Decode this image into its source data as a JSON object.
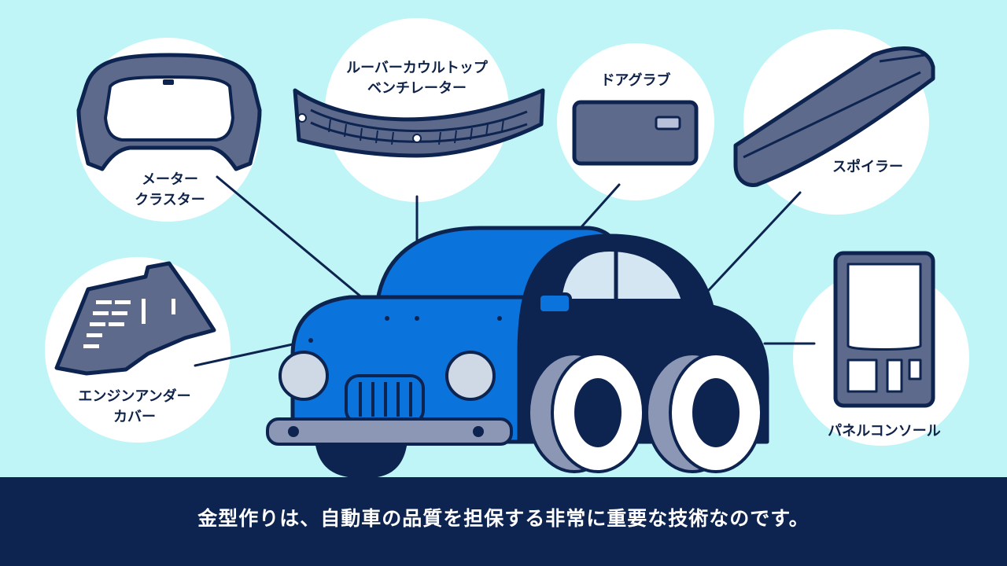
{
  "colors": {
    "background": "#bff5f7",
    "caption_bar": "#0e2450",
    "car_blue": "#0b74dc",
    "car_navy": "#0e2450",
    "part_gray": "#5d6a8c",
    "circle_white": "#ffffff"
  },
  "parts": [
    {
      "id": "meter-cluster",
      "label_lines": [
        "メーター",
        "クラスター"
      ]
    },
    {
      "id": "louver-cowl",
      "label_lines": [
        "ルーバーカウルトップ",
        "ベンチレーター"
      ]
    },
    {
      "id": "door-grab",
      "label_lines": [
        "ドアグラブ"
      ]
    },
    {
      "id": "spoiler",
      "label_lines": [
        "スポイラー"
      ]
    },
    {
      "id": "engine-under-cover",
      "label_lines": [
        "エンジンアンダー",
        "カバー"
      ]
    },
    {
      "id": "panel-console",
      "label_lines": [
        "パネルコンソール"
      ]
    }
  ],
  "caption": "金型作りは、自動車の品質を担保する非常に重要な技術なのです。"
}
